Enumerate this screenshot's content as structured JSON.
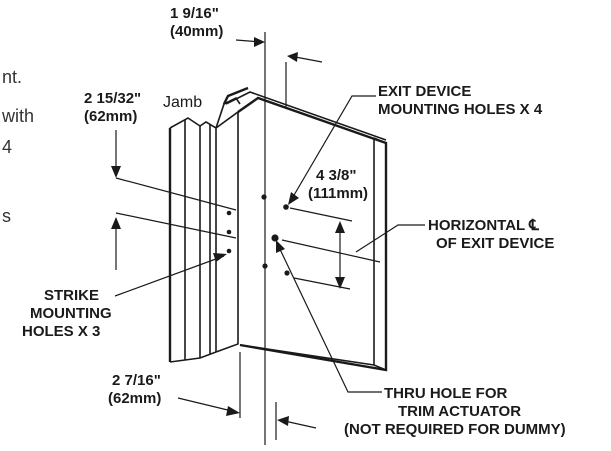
{
  "cutoff_text": {
    "line1": "nt.",
    "line2": "with",
    "line3": "4",
    "line4": "s"
  },
  "labels": {
    "jamb": "Jamb",
    "dim_top_imperial": "1 9/16\"",
    "dim_top_metric": "(40mm)",
    "dim_left_imperial": "2 15/32\"",
    "dim_left_metric": "(62mm)",
    "dim_right_imperial": "4 3/8\"",
    "dim_right_metric": "(111mm)",
    "dim_bottom_imperial": "2 7/16\"",
    "dim_bottom_metric": "(62mm)",
    "exit_device_line1": "EXIT DEVICE",
    "exit_device_line2": "MOUNTING HOLES X 4",
    "horizontal_line1": "HORIZONTAL ℄",
    "horizontal_line2": "OF EXIT DEVICE",
    "strike_line1": "STRIKE",
    "strike_line2": "MOUNTING",
    "strike_line3": "HOLES X 3",
    "thru_line1": "THRU HOLE FOR",
    "thru_line2": "TRIM ACTUATOR",
    "thru_line3": "(NOT REQUIRED FOR DUMMY)"
  }
}
